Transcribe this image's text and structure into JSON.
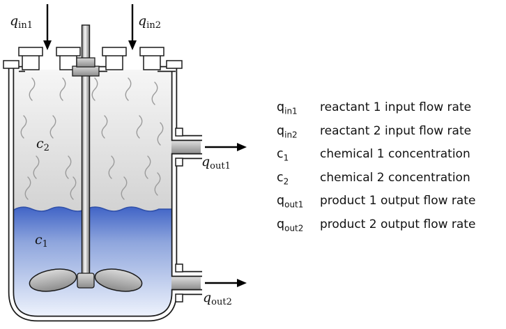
{
  "diagram": {
    "labels": {
      "q_in1": {
        "base": "q",
        "sub": "in1"
      },
      "q_in2": {
        "base": "q",
        "sub": "in2"
      },
      "c2": {
        "base": "c",
        "sub": "2"
      },
      "c1": {
        "base": "c",
        "sub": "1"
      },
      "q_out1": {
        "base": "q",
        "sub": "out1"
      },
      "q_out2": {
        "base": "q",
        "sub": "out2"
      }
    }
  },
  "legend": {
    "items": [
      {
        "symbol_base": "q",
        "symbol_sub": "in1",
        "description": "reactant 1 input flow rate"
      },
      {
        "symbol_base": "q",
        "symbol_sub": "in2",
        "description": "reactant 2 input flow rate"
      },
      {
        "symbol_base": "c",
        "symbol_sub": "1",
        "description": "chemical 1 concentration"
      },
      {
        "symbol_base": "c",
        "symbol_sub": "2",
        "description": "chemical 2 concentration"
      },
      {
        "symbol_base": "q",
        "symbol_sub": "out1",
        "description": "product 1 output flow rate"
      },
      {
        "symbol_base": "q",
        "symbol_sub": "out2",
        "description": "product 2 output flow rate"
      }
    ]
  },
  "colors": {
    "liquid_top": "#3f63c6",
    "liquid_mid": "#8fa6dd",
    "liquid_bottom": "#edf2fc",
    "outline": "#1a1a1a"
  }
}
